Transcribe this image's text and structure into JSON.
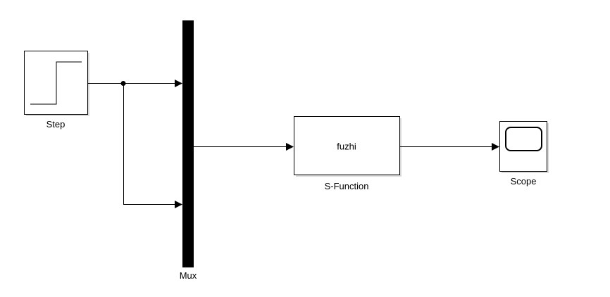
{
  "diagram": {
    "blocks": {
      "step": {
        "label": "Step"
      },
      "mux": {
        "label": "Mux"
      },
      "sfunction": {
        "label": "S-Function",
        "function_name": "fuzhi"
      },
      "scope": {
        "label": "Scope"
      }
    }
  }
}
